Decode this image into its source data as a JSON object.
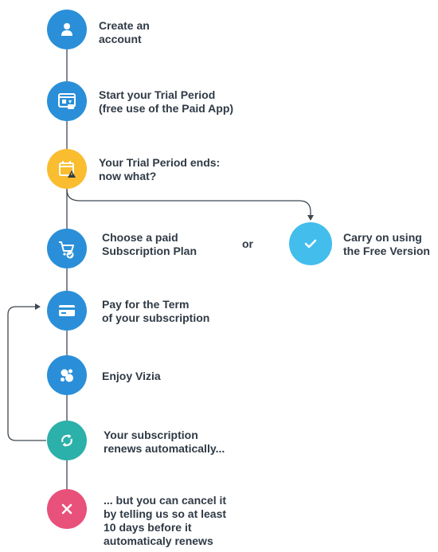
{
  "colors": {
    "blue": "#2a8fd8",
    "yellow": "#f9bd2f",
    "light_blue": "#43bdec",
    "teal": "#2bb0aa",
    "red": "#e8517a",
    "line": "#3f4750",
    "text": "#2f3a45"
  },
  "steps": [
    {
      "icon": "user-icon",
      "lines": [
        "Create an",
        "account"
      ]
    },
    {
      "icon": "trial-window-icon",
      "lines": [
        "Start your Trial Period",
        "(free use of the Paid App)"
      ]
    },
    {
      "icon": "calendar-alert-icon",
      "lines": [
        "Your Trial Period ends:",
        "now what?"
      ]
    },
    {
      "icon": "cart-check-icon",
      "lines": [
        "Choose a paid",
        "Subscription Plan"
      ]
    },
    {
      "icon": "credit-card-icon",
      "lines": [
        "Pay for the Term",
        "of your subscription"
      ]
    },
    {
      "icon": "bubbles-icon",
      "lines": [
        "Enjoy Vizia"
      ]
    },
    {
      "icon": "refresh-icon",
      "lines": [
        "Your subscription",
        "renews automatically..."
      ]
    },
    {
      "icon": "close-icon",
      "lines": [
        "... but you can cancel it",
        "by telling us so at least",
        "10 days before it",
        "automaticaly renews"
      ]
    }
  ],
  "or_label": "or",
  "alternative": {
    "icon": "checkmark-icon",
    "lines": [
      "Carry on using",
      "the Free Version"
    ]
  }
}
